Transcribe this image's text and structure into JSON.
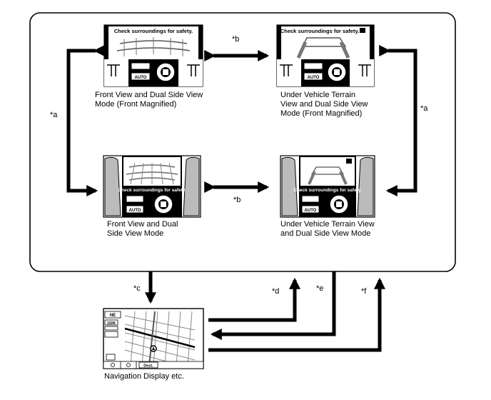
{
  "captions": {
    "front_magnified": "Front View and Dual Side View\nMode (Front Magnified)",
    "under_magnified": "Under Vehicle Terrain\nView and Dual Side View\nMode (Front Magnified)",
    "front_dual": "Front View and Dual\nSide View Mode",
    "under_dual": "Under Vehicle Terrain View\nand Dual Side View Mode",
    "navigation": "Navigation Display etc."
  },
  "arrow_labels": {
    "a_left": "*a",
    "a_right": "*a",
    "b_top": "*b",
    "b_bottom": "*b",
    "c": "*c",
    "d": "*d",
    "e": "*e",
    "f": "*f"
  },
  "screen_text": {
    "check_surroundings": "Check surroundings for safety.",
    "auto": "AUTO"
  },
  "nav_screen": {
    "compass": "NE",
    "scale": "150ft",
    "dest_button": "Dest."
  }
}
